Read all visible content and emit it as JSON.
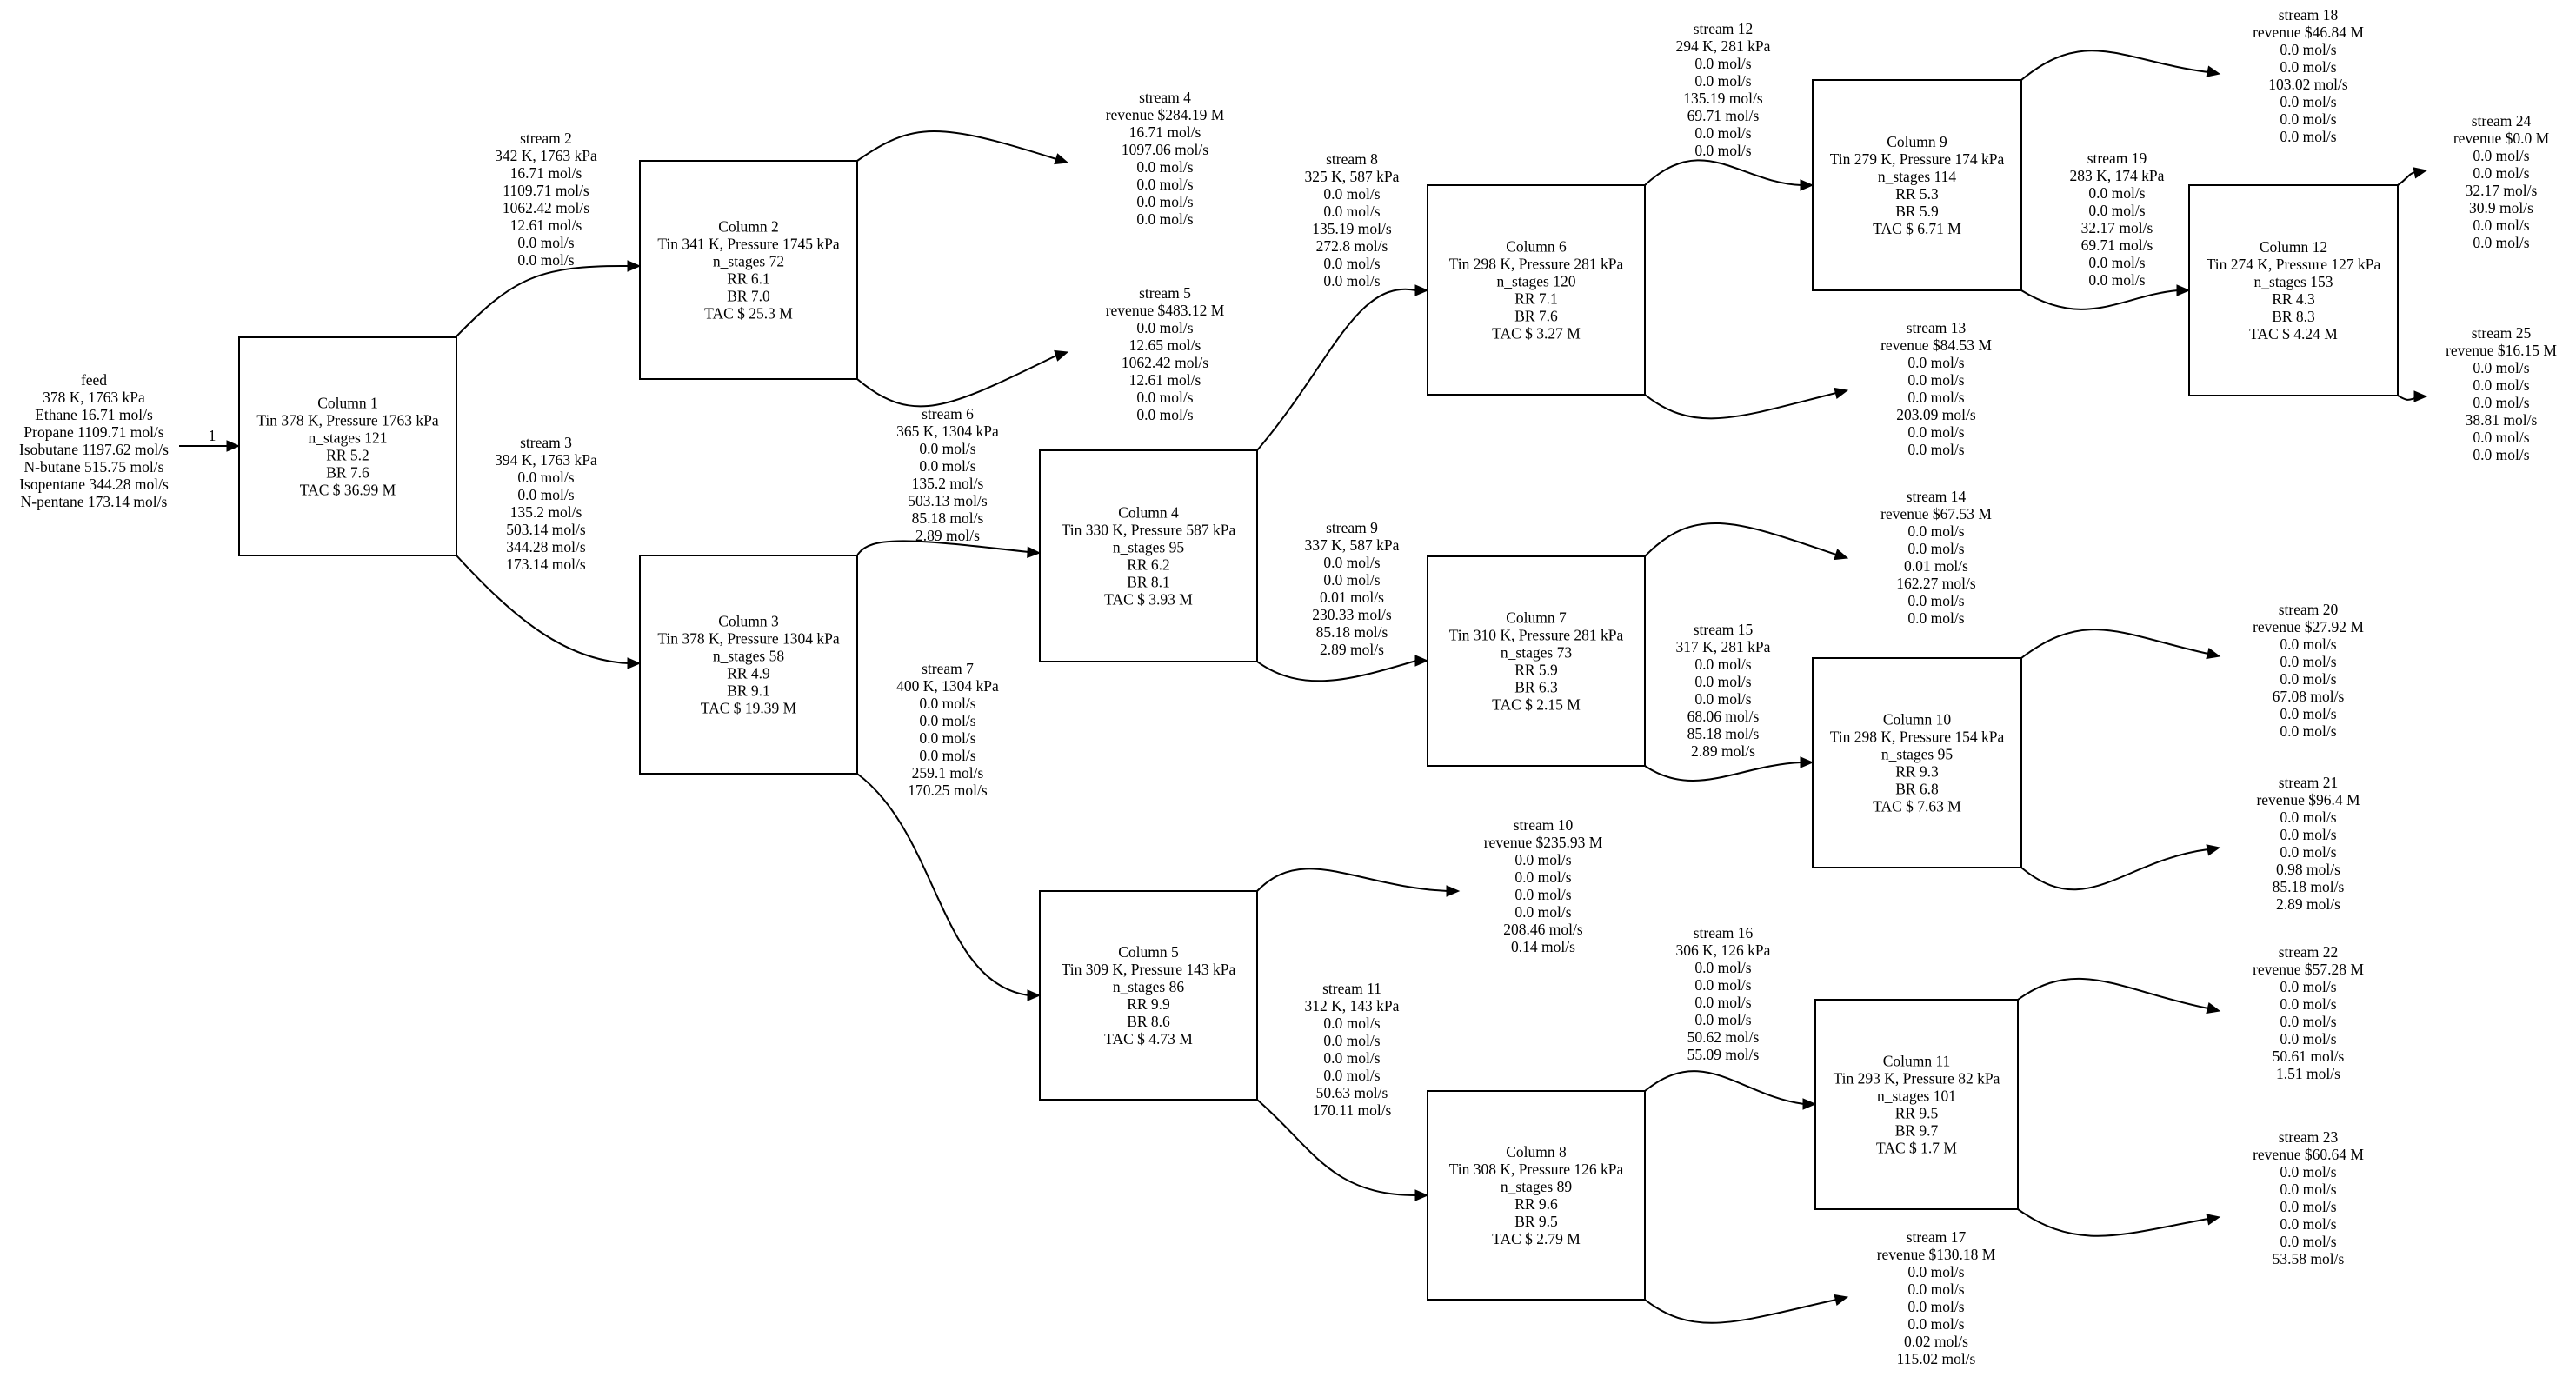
{
  "feed": {
    "title": "feed",
    "lines": [
      "378 K, 1763 kPa",
      "Ethane 16.71 mol/s",
      "Propane 1109.71 mol/s",
      "Isobutane 1197.62 mol/s",
      "N-butane 515.75 mol/s",
      "Isopentane 344.28 mol/s",
      "N-pentane 173.14 mol/s"
    ],
    "edge_label": "1"
  },
  "columns": [
    {
      "id": "c1",
      "lines": [
        "Column 1",
        "Tin 378 K, Pressure 1763 kPa",
        "n_stages 121",
        "RR 5.2",
        "BR 7.6",
        "TAC $ 36.99 M"
      ]
    },
    {
      "id": "c2",
      "lines": [
        "Column 2",
        "Tin 341 K, Pressure 1745 kPa",
        "n_stages 72",
        "RR 6.1",
        "BR 7.0",
        "TAC $ 25.3 M"
      ]
    },
    {
      "id": "c3",
      "lines": [
        "Column 3",
        "Tin 378 K, Pressure 1304 kPa",
        "n_stages 58",
        "RR 4.9",
        "BR 9.1",
        "TAC $ 19.39 M"
      ]
    },
    {
      "id": "c4",
      "lines": [
        "Column 4",
        "Tin 330 K, Pressure 587 kPa",
        "n_stages 95",
        "RR 6.2",
        "BR 8.1",
        "TAC $ 3.93 M"
      ]
    },
    {
      "id": "c5",
      "lines": [
        "Column 5",
        "Tin 309 K, Pressure 143 kPa",
        "n_stages 86",
        "RR 9.9",
        "BR 8.6",
        "TAC $ 4.73 M"
      ]
    },
    {
      "id": "c6",
      "lines": [
        "Column 6",
        "Tin 298 K, Pressure 281 kPa",
        "n_stages 120",
        "RR 7.1",
        "BR 7.6",
        "TAC $ 3.27 M"
      ]
    },
    {
      "id": "c7",
      "lines": [
        "Column 7",
        "Tin 310 K, Pressure 281 kPa",
        "n_stages 73",
        "RR 5.9",
        "BR 6.3",
        "TAC $ 2.15 M"
      ]
    },
    {
      "id": "c8",
      "lines": [
        "Column 8",
        "Tin 308 K, Pressure 126 kPa",
        "n_stages 89",
        "RR 9.6",
        "BR 9.5",
        "TAC $ 2.79 M"
      ]
    },
    {
      "id": "c9",
      "lines": [
        "Column 9",
        "Tin 279 K, Pressure 174 kPa",
        "n_stages 114",
        "RR 5.3",
        "BR 5.9",
        "TAC $ 6.71 M"
      ]
    },
    {
      "id": "c10",
      "lines": [
        "Column 10",
        "Tin 298 K, Pressure 154 kPa",
        "n_stages 95",
        "RR 9.3",
        "BR 6.8",
        "TAC $ 7.63 M"
      ]
    },
    {
      "id": "c11",
      "lines": [
        "Column 11",
        "Tin 293 K, Pressure 82 kPa",
        "n_stages 101",
        "RR 9.5",
        "BR 9.7",
        "TAC $ 1.7 M"
      ]
    },
    {
      "id": "c12",
      "lines": [
        "Column 12",
        "Tin 274 K, Pressure 127 kPa",
        "n_stages 153",
        "RR 4.3",
        "BR 8.3",
        "TAC $ 4.24 M"
      ]
    }
  ],
  "streams": [
    {
      "id": "s2",
      "lines": [
        "stream 2",
        "342 K, 1763 kPa",
        "16.71 mol/s",
        "1109.71 mol/s",
        "1062.42 mol/s",
        "12.61 mol/s",
        "0.0 mol/s",
        "0.0 mol/s"
      ]
    },
    {
      "id": "s3",
      "lines": [
        "stream 3",
        "394 K, 1763 kPa",
        "0.0 mol/s",
        "0.0 mol/s",
        "135.2 mol/s",
        "503.14 mol/s",
        "344.28 mol/s",
        "173.14 mol/s"
      ]
    },
    {
      "id": "s4",
      "lines": [
        "stream 4",
        "revenue $284.19 M",
        "16.71 mol/s",
        "1097.06 mol/s",
        "0.0 mol/s",
        "0.0 mol/s",
        "0.0 mol/s",
        "0.0 mol/s"
      ]
    },
    {
      "id": "s5",
      "lines": [
        "stream 5",
        "revenue $483.12 M",
        "0.0 mol/s",
        "12.65 mol/s",
        "1062.42 mol/s",
        "12.61 mol/s",
        "0.0 mol/s",
        "0.0 mol/s"
      ]
    },
    {
      "id": "s6",
      "lines": [
        "stream 6",
        "365 K, 1304 kPa",
        "0.0 mol/s",
        "0.0 mol/s",
        "135.2 mol/s",
        "503.13 mol/s",
        "85.18 mol/s",
        "2.89 mol/s"
      ]
    },
    {
      "id": "s7",
      "lines": [
        "stream 7",
        "400 K, 1304 kPa",
        "0.0 mol/s",
        "0.0 mol/s",
        "0.0 mol/s",
        "0.0 mol/s",
        "259.1 mol/s",
        "170.25 mol/s"
      ]
    },
    {
      "id": "s8",
      "lines": [
        "stream 8",
        "325 K, 587 kPa",
        "0.0 mol/s",
        "0.0 mol/s",
        "135.19 mol/s",
        "272.8 mol/s",
        "0.0 mol/s",
        "0.0 mol/s"
      ]
    },
    {
      "id": "s9",
      "lines": [
        "stream 9",
        "337 K, 587 kPa",
        "0.0 mol/s",
        "0.0 mol/s",
        "0.01 mol/s",
        "230.33 mol/s",
        "85.18 mol/s",
        "2.89 mol/s"
      ]
    },
    {
      "id": "s10",
      "lines": [
        "stream 10",
        "revenue $235.93 M",
        "0.0 mol/s",
        "0.0 mol/s",
        "0.0 mol/s",
        "0.0 mol/s",
        "208.46 mol/s",
        "0.14 mol/s"
      ]
    },
    {
      "id": "s11",
      "lines": [
        "stream 11",
        "312 K, 143 kPa",
        "0.0 mol/s",
        "0.0 mol/s",
        "0.0 mol/s",
        "0.0 mol/s",
        "50.63 mol/s",
        "170.11 mol/s"
      ]
    },
    {
      "id": "s12",
      "lines": [
        "stream 12",
        "294 K, 281 kPa",
        "0.0 mol/s",
        "0.0 mol/s",
        "135.19 mol/s",
        "69.71 mol/s",
        "0.0 mol/s",
        "0.0 mol/s"
      ]
    },
    {
      "id": "s13",
      "lines": [
        "stream 13",
        "revenue $84.53 M",
        "0.0 mol/s",
        "0.0 mol/s",
        "0.0 mol/s",
        "203.09 mol/s",
        "0.0 mol/s",
        "0.0 mol/s"
      ]
    },
    {
      "id": "s14",
      "lines": [
        "stream 14",
        "revenue $67.53 M",
        "0.0 mol/s",
        "0.0 mol/s",
        "0.01 mol/s",
        "162.27 mol/s",
        "0.0 mol/s",
        "0.0 mol/s"
      ]
    },
    {
      "id": "s15",
      "lines": [
        "stream 15",
        "317 K, 281 kPa",
        "0.0 mol/s",
        "0.0 mol/s",
        "0.0 mol/s",
        "68.06 mol/s",
        "85.18 mol/s",
        "2.89 mol/s"
      ]
    },
    {
      "id": "s16",
      "lines": [
        "stream 16",
        "306 K, 126 kPa",
        "0.0 mol/s",
        "0.0 mol/s",
        "0.0 mol/s",
        "0.0 mol/s",
        "50.62 mol/s",
        "55.09 mol/s"
      ]
    },
    {
      "id": "s17",
      "lines": [
        "stream 17",
        "revenue $130.18 M",
        "0.0 mol/s",
        "0.0 mol/s",
        "0.0 mol/s",
        "0.0 mol/s",
        "0.02 mol/s",
        "115.02 mol/s"
      ]
    },
    {
      "id": "s18",
      "lines": [
        "stream 18",
        "revenue $46.84 M",
        "0.0 mol/s",
        "0.0 mol/s",
        "103.02 mol/s",
        "0.0 mol/s",
        "0.0 mol/s",
        "0.0 mol/s"
      ]
    },
    {
      "id": "s19",
      "lines": [
        "stream 19",
        "283 K, 174 kPa",
        "0.0 mol/s",
        "0.0 mol/s",
        "32.17 mol/s",
        "69.71 mol/s",
        "0.0 mol/s",
        "0.0 mol/s"
      ]
    },
    {
      "id": "s20",
      "lines": [
        "stream 20",
        "revenue $27.92 M",
        "0.0 mol/s",
        "0.0 mol/s",
        "0.0 mol/s",
        "67.08 mol/s",
        "0.0 mol/s",
        "0.0 mol/s"
      ]
    },
    {
      "id": "s21",
      "lines": [
        "stream 21",
        "revenue $96.4 M",
        "0.0 mol/s",
        "0.0 mol/s",
        "0.0 mol/s",
        "0.98 mol/s",
        "85.18 mol/s",
        "2.89 mol/s"
      ]
    },
    {
      "id": "s22",
      "lines": [
        "stream 22",
        "revenue $57.28 M",
        "0.0 mol/s",
        "0.0 mol/s",
        "0.0 mol/s",
        "0.0 mol/s",
        "50.61 mol/s",
        "1.51 mol/s"
      ]
    },
    {
      "id": "s23",
      "lines": [
        "stream 23",
        "revenue $60.64 M",
        "0.0 mol/s",
        "0.0 mol/s",
        "0.0 mol/s",
        "0.0 mol/s",
        "0.0 mol/s",
        "53.58 mol/s"
      ]
    },
    {
      "id": "s24",
      "lines": [
        "stream 24",
        "revenue $0.0 M",
        "0.0 mol/s",
        "0.0 mol/s",
        "32.17 mol/s",
        "30.9 mol/s",
        "0.0 mol/s",
        "0.0 mol/s"
      ]
    },
    {
      "id": "s25",
      "lines": [
        "stream 25",
        "revenue $16.15 M",
        "0.0 mol/s",
        "0.0 mol/s",
        "0.0 mol/s",
        "38.81 mol/s",
        "0.0 mol/s",
        "0.0 mol/s"
      ]
    }
  ]
}
